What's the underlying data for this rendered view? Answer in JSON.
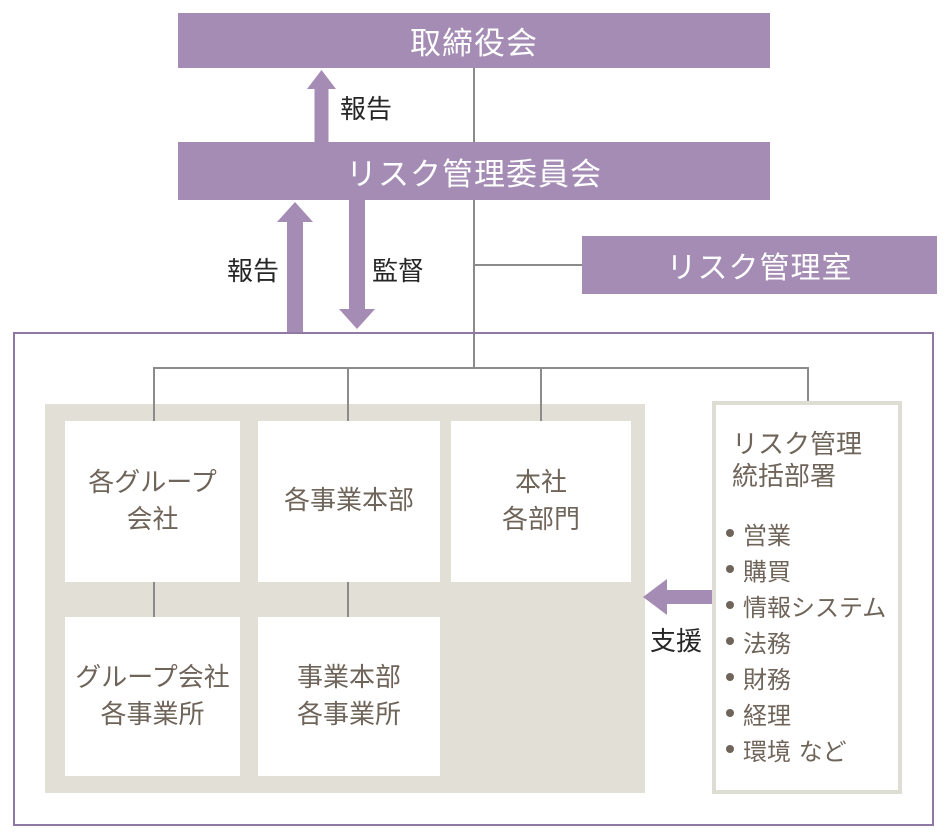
{
  "diagram": {
    "bars": {
      "board": "取締役会",
      "committee": "リスク管理委員会",
      "office": "リスク管理室"
    },
    "arrow_labels": {
      "report_to_board": "報告",
      "report_to_committee": "報告",
      "supervise": "監督",
      "support": "支援"
    },
    "inner_boxes": [
      {
        "lines": [
          "各グループ",
          "会社"
        ]
      },
      {
        "lines": [
          "各事業本部"
        ]
      },
      {
        "lines": [
          "本社",
          "各部門"
        ]
      },
      {
        "lines": [
          "グループ会社",
          "各事業所"
        ]
      },
      {
        "lines": [
          "事業本部",
          "各事業所"
        ]
      }
    ],
    "dept_box": {
      "title_lines": [
        "リスク管理",
        "統括部署"
      ],
      "items": [
        "営業",
        "購買",
        "情報システム",
        "法務",
        "財務",
        "経理",
        "環境 など"
      ]
    },
    "colors": {
      "purple_bar": "#a58cb4",
      "purple_border": "#8f78a4",
      "connector_gray": "#8b8b8b",
      "panel_gray": "#e1dfd6",
      "box_text": "#6f6459",
      "label_text": "#262626"
    }
  }
}
